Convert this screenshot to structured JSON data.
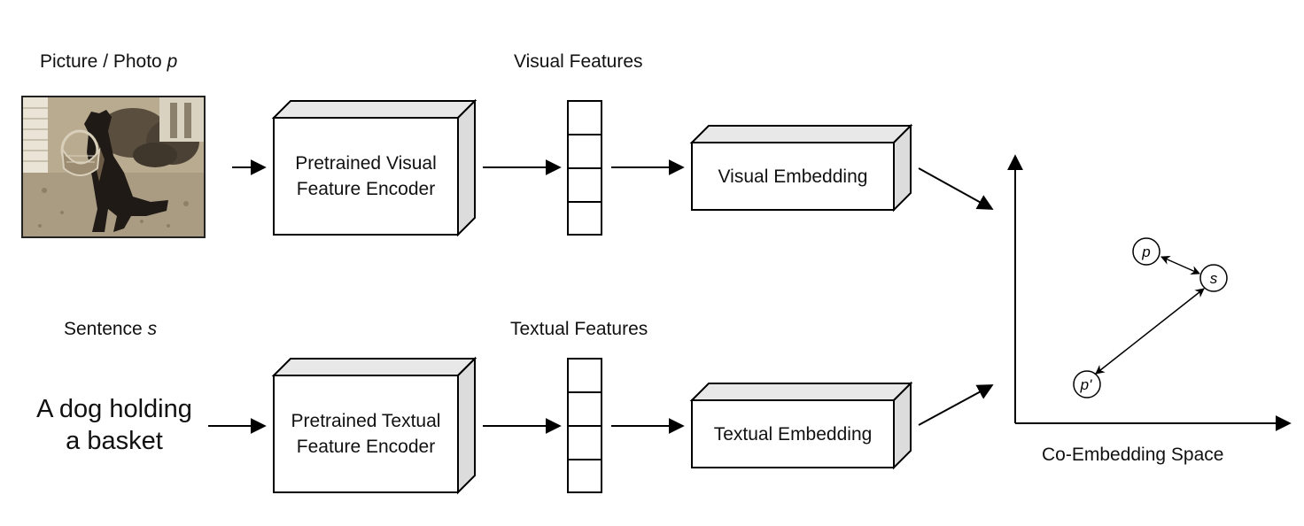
{
  "visual_branch": {
    "input_label": "Picture / Photo ",
    "input_var": "p",
    "encoder_label": "Pretrained Visual\nFeature Encoder",
    "features_label": "Visual Features",
    "embedding_label": "Visual Embedding",
    "photo_icon": "dog-photo"
  },
  "textual_branch": {
    "input_label": "Sentence ",
    "input_var": "s",
    "sentence_text": "A dog holding\na basket",
    "encoder_label": "Pretrained Textual\nFeature Encoder",
    "features_label": "Textual Features",
    "embedding_label": "Textual Embedding"
  },
  "space": {
    "label": "Co-Embedding Space",
    "points": [
      {
        "id": "p",
        "label": "p"
      },
      {
        "id": "s",
        "label": "s"
      },
      {
        "id": "p_prime",
        "label": "p'"
      }
    ]
  }
}
